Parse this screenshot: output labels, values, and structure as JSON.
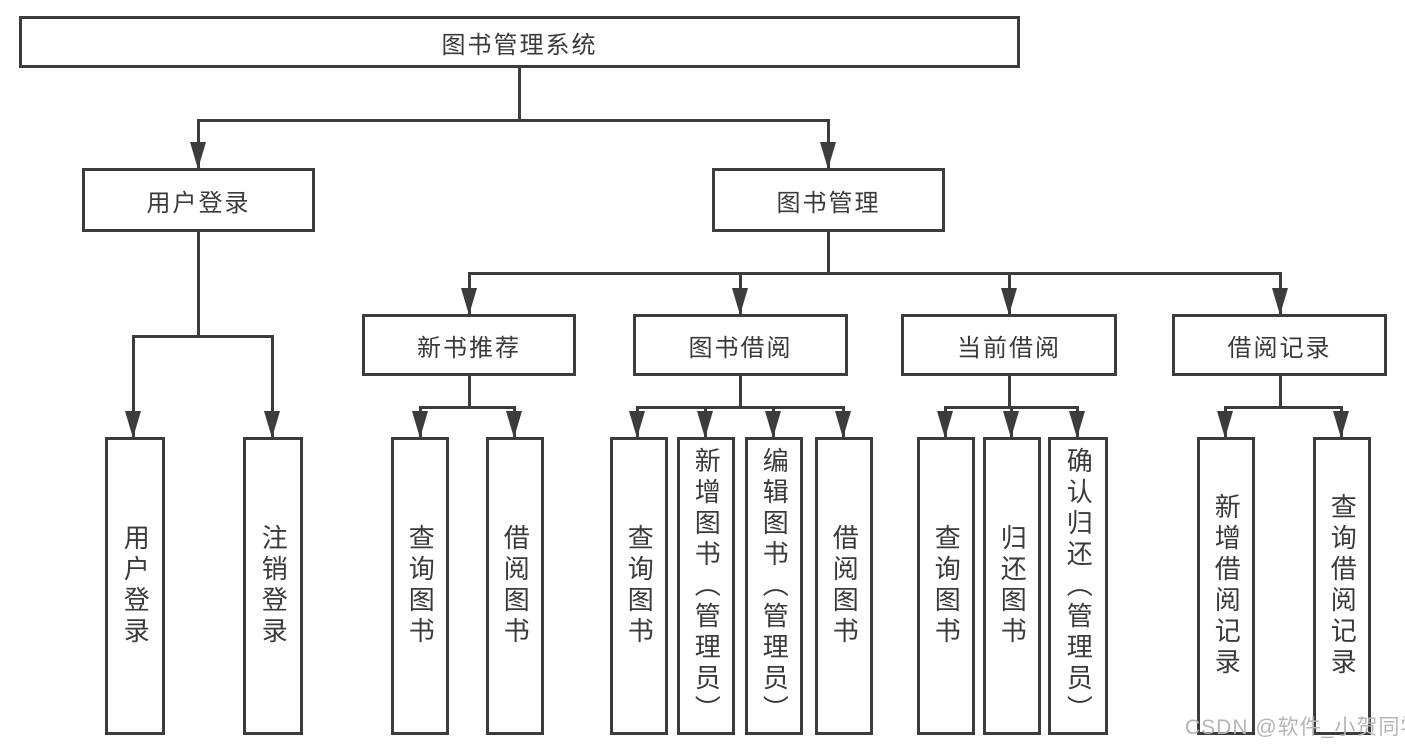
{
  "diagram": {
    "root": {
      "label": "图书管理系统"
    },
    "level2": [
      {
        "label": "用户登录"
      },
      {
        "label": "图书管理"
      }
    ],
    "level3": [
      {
        "label": "新书推荐"
      },
      {
        "label": "图书借阅"
      },
      {
        "label": "当前借阅"
      },
      {
        "label": "借阅记录"
      }
    ],
    "leaves": {
      "user": [
        {
          "label": "用户登录"
        },
        {
          "label": "注销登录"
        }
      ],
      "newbook": [
        {
          "label": "查询图书"
        },
        {
          "label": "借阅图书"
        }
      ],
      "borrow": [
        {
          "label": "查询图书"
        },
        {
          "label": "新增图书（管理员）"
        },
        {
          "label": "编辑图书（管理员）"
        },
        {
          "label": "借阅图书"
        }
      ],
      "current": [
        {
          "label": "查询图书"
        },
        {
          "label": "归还图书"
        },
        {
          "label": "确认归还（管理员）"
        }
      ],
      "records": [
        {
          "label": "新增借阅记录"
        },
        {
          "label": "查询借阅记录"
        }
      ]
    }
  },
  "watermark": {
    "text": "CSDN @软件_小贺同学"
  },
  "colors": {
    "line": "#3c3c3c",
    "text": "#3a3a3a",
    "background": "#ffffff",
    "watermark": "#b5b5b5"
  }
}
